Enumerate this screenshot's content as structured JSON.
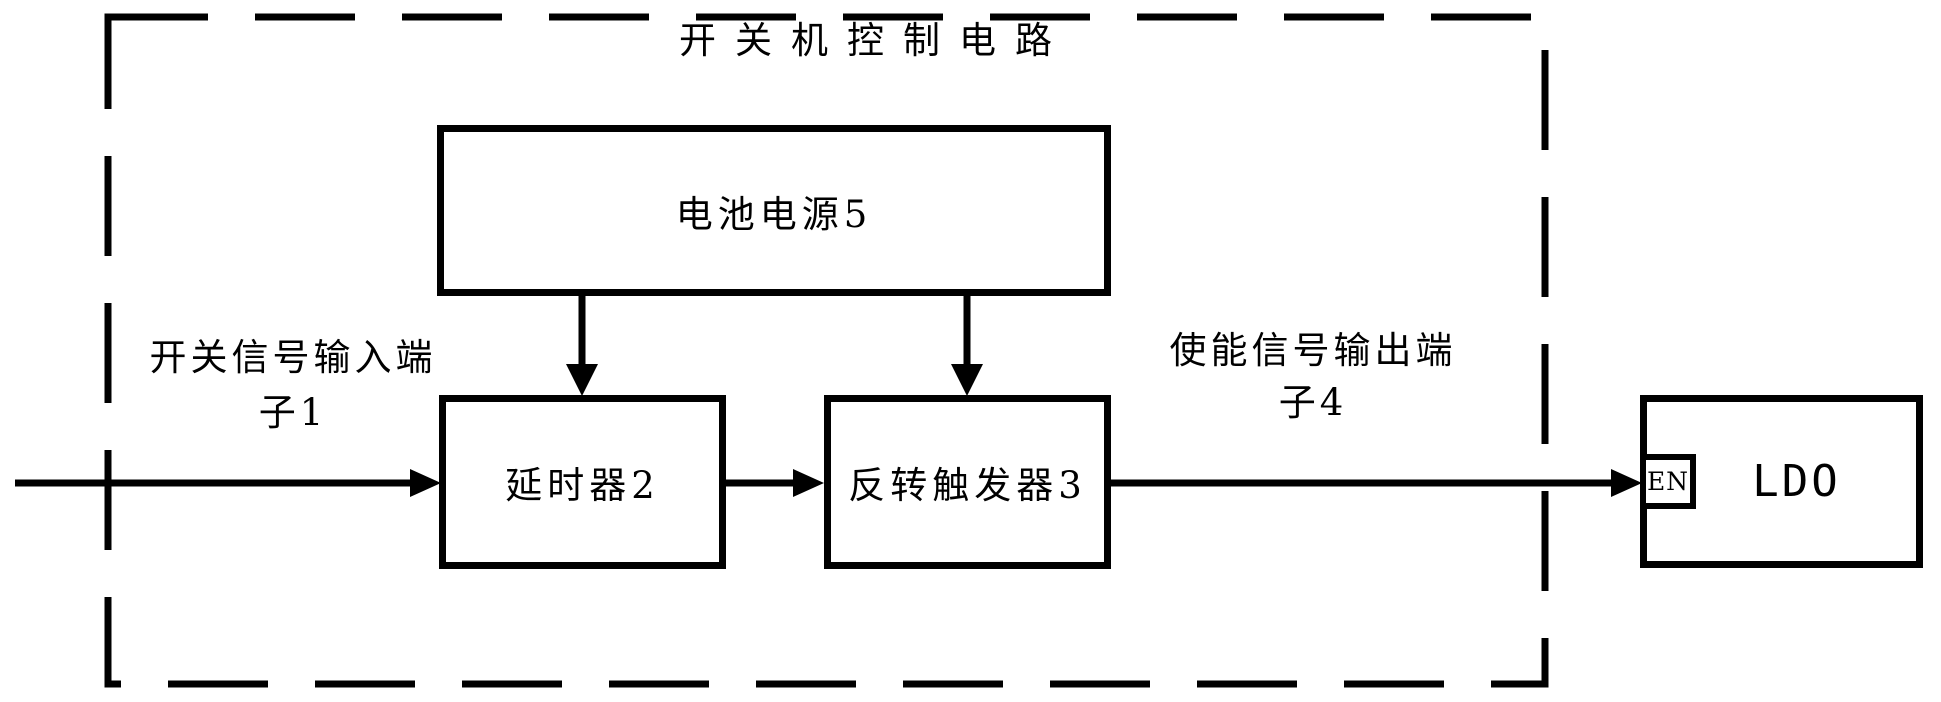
{
  "figure": {
    "title": "开关机控制电路",
    "background_color": "#ffffff",
    "line_color": "#000000"
  },
  "blocks": {
    "battery": {
      "label": "电池电源5"
    },
    "delay": {
      "label": "延时器2"
    },
    "trigger": {
      "label": "反转触发器3"
    },
    "ldo": {
      "label": "LDO",
      "en_pin": "EN"
    }
  },
  "terminals": {
    "input": {
      "line1": "开关信号输入端",
      "line2": "子1"
    },
    "output": {
      "line1": "使能信号输出端",
      "line2": "子4"
    }
  }
}
